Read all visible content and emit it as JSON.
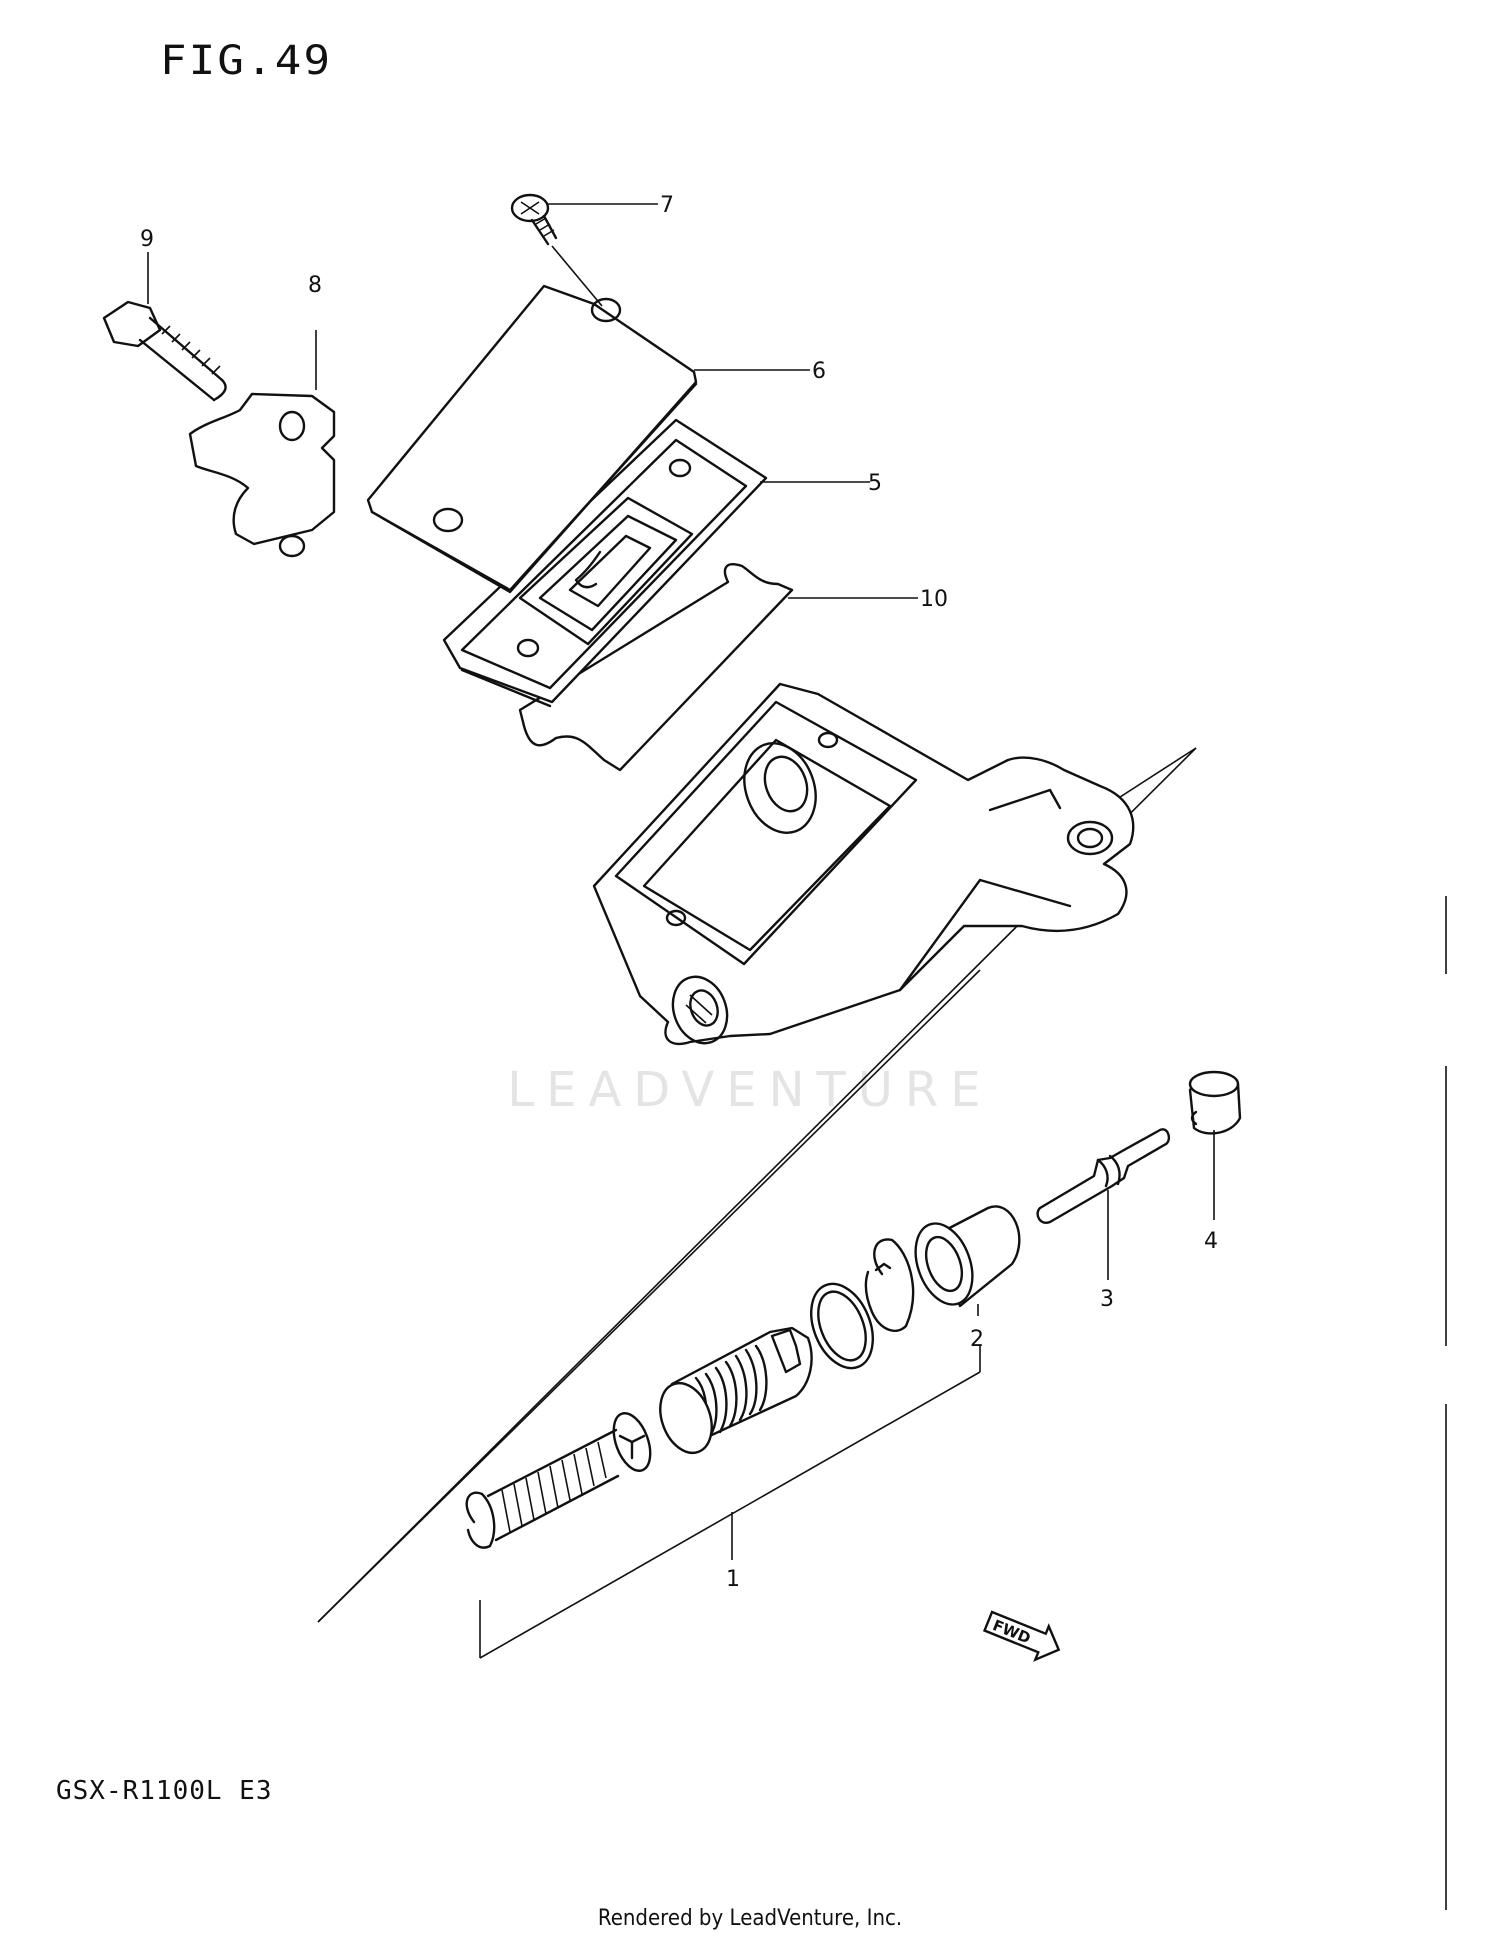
{
  "figure": {
    "title": "FIG.49"
  },
  "model_code": "GSX-R1100L E3",
  "footer": "Rendered by LeadVenture, Inc.",
  "watermark": "LEADVENTURE",
  "fwd_label": "FWD",
  "callouts": [
    "1",
    "2",
    "3",
    "4",
    "5",
    "6",
    "7",
    "8",
    "9",
    "10"
  ]
}
